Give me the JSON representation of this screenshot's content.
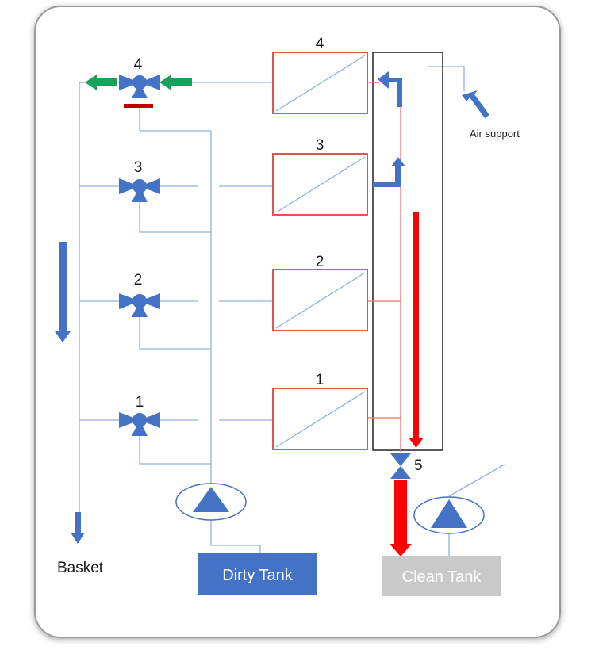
{
  "labels": {
    "filters": [
      "1",
      "2",
      "3",
      "4"
    ],
    "valves": [
      "1",
      "2",
      "3",
      "4"
    ],
    "valve_5": "5",
    "air_support": "Air support",
    "basket": "Basket",
    "dirty_tank": "Dirty Tank",
    "clean_tank": "Clean Tank"
  },
  "colors": {
    "pipe": "#8fb0dc",
    "component_blue": "#4472c4",
    "filter_border": "#e0413a",
    "flow_red": "#ff0000",
    "flow_green": "#1aa05a",
    "valve_bar_red": "#c00000",
    "clean_tank_fill": "#c9c9c9",
    "dirty_tank_fill": "#4472c4"
  }
}
